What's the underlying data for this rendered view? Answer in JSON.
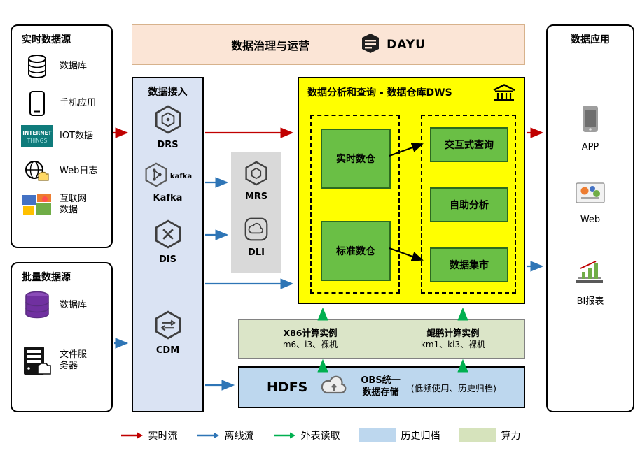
{
  "colors": {
    "realtime_flow": "#c00000",
    "offline_flow": "#2e75b6",
    "external_read": "#00b050",
    "history_archive": "#bdd7ee",
    "compute_power": "#d6e3bc",
    "dws_bg": "#ffff00",
    "ingest_bg": "#dae3f3",
    "banner_bg": "#fbe5d6"
  },
  "banner": {
    "title": "数据治理与运营",
    "logo": "DAYU"
  },
  "realtime_sources": {
    "title": "实时数据源",
    "iot_word1": "INTERNET",
    "iot_word2": "THINGS",
    "items": [
      {
        "icon": "database-icon",
        "label": "数据库"
      },
      {
        "icon": "phone-icon",
        "label": "手机应用"
      },
      {
        "icon": "iot-icon",
        "label": "IOT数据"
      },
      {
        "icon": "web-log-icon",
        "label": "Web日志"
      },
      {
        "icon": "internet-data-icon",
        "label": "互联网数据"
      }
    ]
  },
  "batch_sources": {
    "title": "批量数据源",
    "items": [
      {
        "icon": "database-stack-icon",
        "label": "数据库"
      },
      {
        "icon": "file-server-icon",
        "label": "文件服务器"
      }
    ]
  },
  "ingestion": {
    "title": "数据接入",
    "kafka_icon_text": "kafka",
    "items": [
      {
        "icon": "drs-hexagon-icon",
        "label": "DRS"
      },
      {
        "icon": "kafka-hexagon-icon",
        "label": "Kafka"
      },
      {
        "icon": "dis-hexagon-icon",
        "label": "DIS"
      },
      {
        "icon": "cdm-hexagon-icon",
        "label": "CDM"
      }
    ]
  },
  "processing": {
    "items": [
      {
        "icon": "mrs-hexagon-icon",
        "label": "MRS"
      },
      {
        "icon": "dli-cloud-icon",
        "label": "DLI"
      }
    ]
  },
  "dws": {
    "title": "数据分析和查询 - 数据仓库DWS",
    "warehouses": [
      "实时数仓",
      "标准数仓"
    ],
    "services": [
      "交互式查询",
      "自助分析",
      "数据集市"
    ]
  },
  "compute": {
    "x86_title": "X86计算实例",
    "x86_detail": "m6、i3、裸机",
    "kunpeng_title": "鲲鹏计算实例",
    "kunpeng_detail": "km1、ki3、裸机"
  },
  "storage": {
    "hdfs": "HDFS",
    "obs_line1": "OBS统一",
    "obs_line2": "数据存储",
    "note": "(低频使用、历史归档)"
  },
  "applications": {
    "title": "数据应用",
    "items": [
      {
        "icon": "app-phone-icon",
        "label": "APP"
      },
      {
        "icon": "web-browser-icon",
        "label": "Web"
      },
      {
        "icon": "bi-report-icon",
        "label": "BI报表"
      }
    ]
  },
  "legend": {
    "items": [
      {
        "type": "arrow",
        "color": "#c00000",
        "label": "实时流"
      },
      {
        "type": "arrow",
        "color": "#2e75b6",
        "label": "离线流"
      },
      {
        "type": "arrow",
        "color": "#00b050",
        "label": "外表读取"
      },
      {
        "type": "swatch",
        "color": "#bdd7ee",
        "label": "历史归档"
      },
      {
        "type": "swatch",
        "color": "#d6e3bc",
        "label": "算力"
      }
    ]
  }
}
